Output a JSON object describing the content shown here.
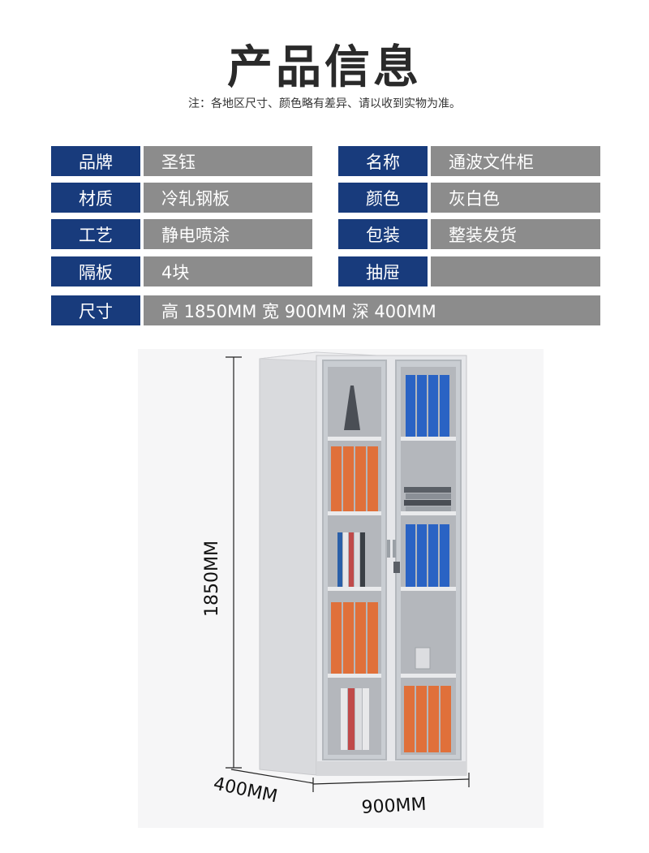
{
  "header": {
    "title": "产品信息",
    "note": "注：各地区尺寸、颜色略有差异、请以收到实物为准。"
  },
  "specs": {
    "brand_label": "品牌",
    "brand_value": "圣钰",
    "name_label": "名称",
    "name_value": "通波文件柜",
    "material_label": "材质",
    "material_value": "冷轧钢板",
    "color_label": "颜色",
    "color_value": "灰白色",
    "process_label": "工艺",
    "process_value": "静电喷涂",
    "package_label": "包装",
    "package_value": "整装发货",
    "shelf_label": "隔板",
    "shelf_value": "4块",
    "drawer_label": "抽屉",
    "drawer_value": "",
    "size_label": "尺寸",
    "size_value": "高 1850MM 宽 900MM 深 400MM"
  },
  "dimensions": {
    "height": "1850MM",
    "depth": "400MM",
    "width": "900MM"
  },
  "colors": {
    "label_bg": "#183b7c",
    "value_bg": "#8c8c8c",
    "binder_blue": "#2a63c4",
    "binder_orange": "#e0703a",
    "cabinet": "#e4e5e8"
  }
}
